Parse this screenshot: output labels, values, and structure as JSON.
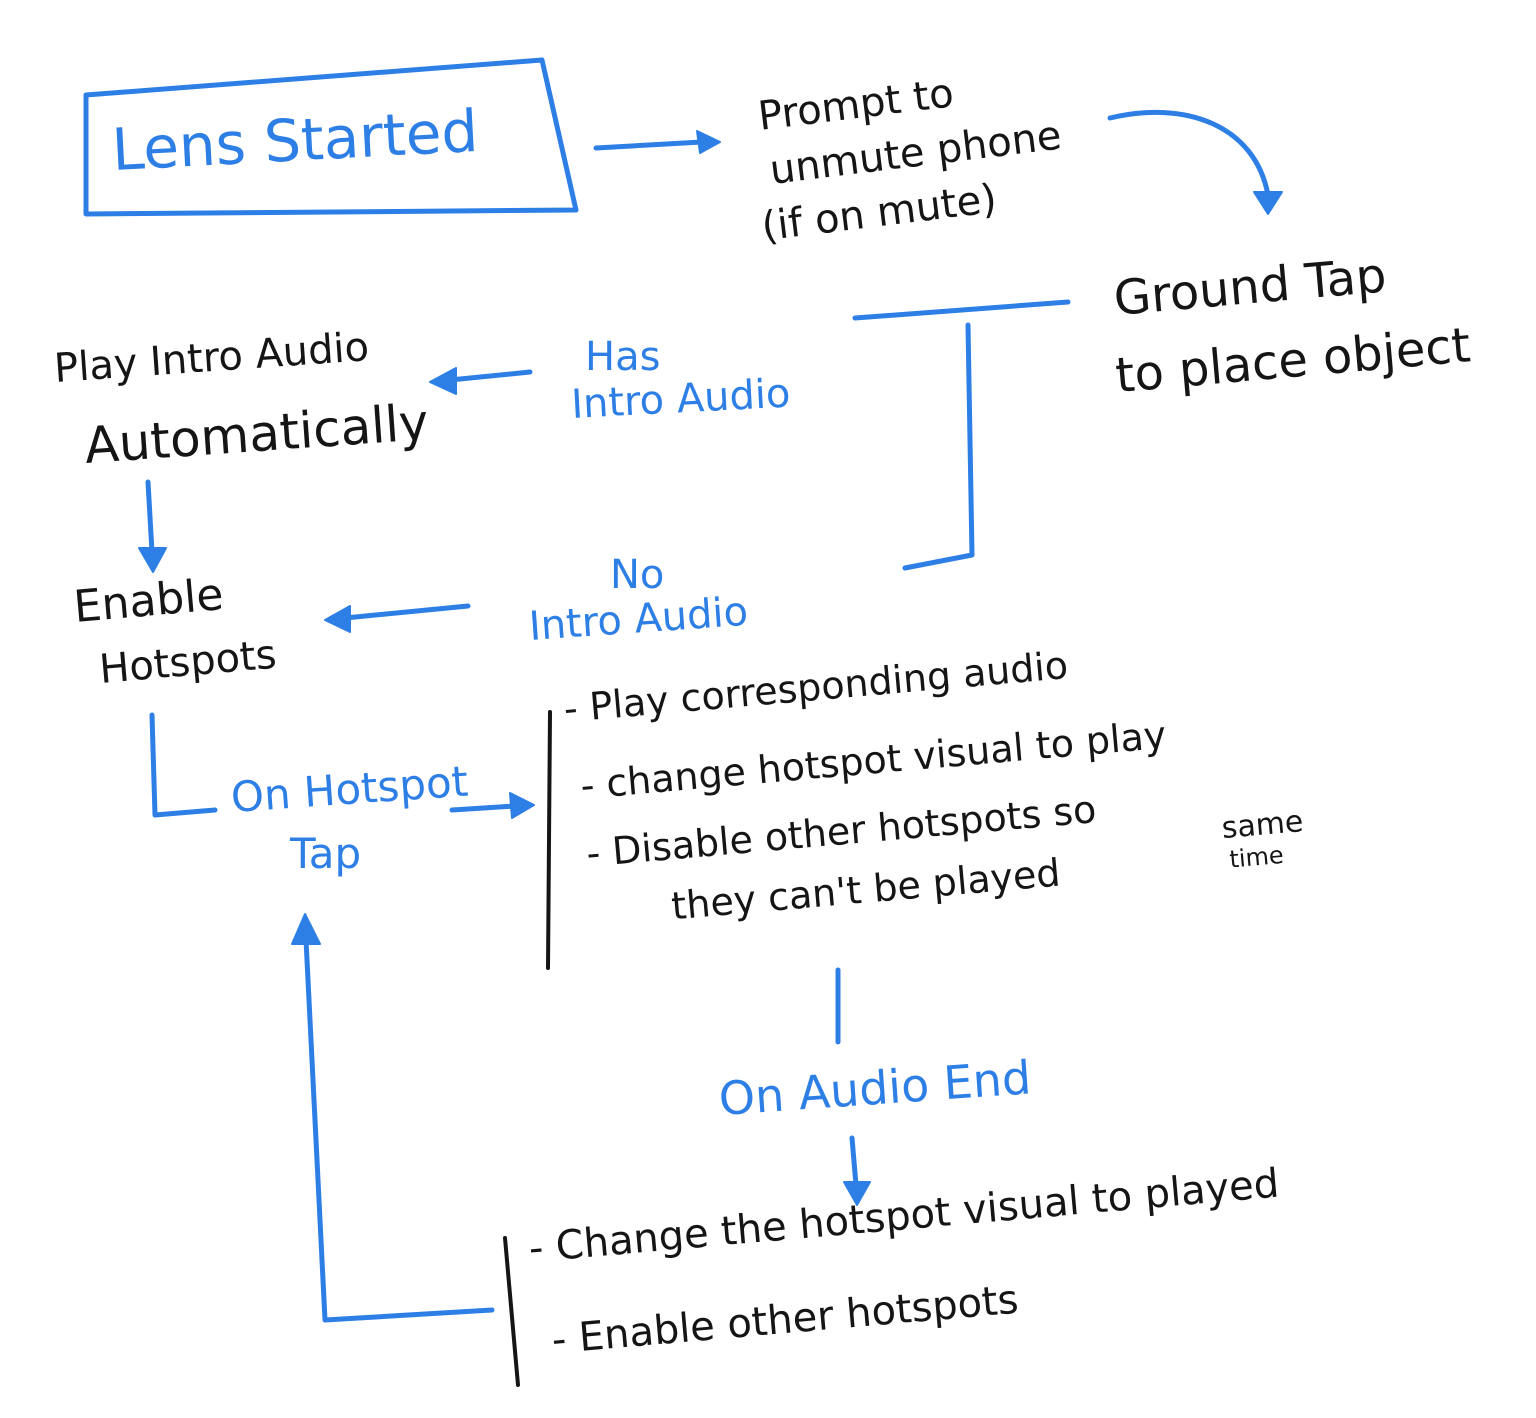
{
  "colors": {
    "blue": "#2d7fe6",
    "ink": "#151515"
  },
  "nodes": {
    "lens_started": "Lens Started",
    "prompt_unmute": [
      "Prompt to",
      "unmute phone",
      "(if on mute)"
    ],
    "ground_tap": [
      "Ground Tap",
      "to place object"
    ],
    "play_intro": [
      "Play Intro Audio",
      "Automatically"
    ],
    "enable_hotspots": [
      "Enable",
      "Hotspots"
    ],
    "on_tap_actions": [
      "- Play corresponding audio",
      "- change hotspot visual to play",
      "- Disable other hotspots so",
      "they can't be played",
      "same",
      "time"
    ],
    "on_end_actions": [
      "- Change the hotspot visual to played",
      "- Enable other hotspots"
    ]
  },
  "labels": {
    "has_intro": [
      "Has",
      "Intro Audio"
    ],
    "no_intro": [
      "No",
      "Intro Audio"
    ],
    "on_hotspot_tap": [
      "On Hotspot",
      "Tap"
    ],
    "on_audio_end": "On Audio End"
  }
}
